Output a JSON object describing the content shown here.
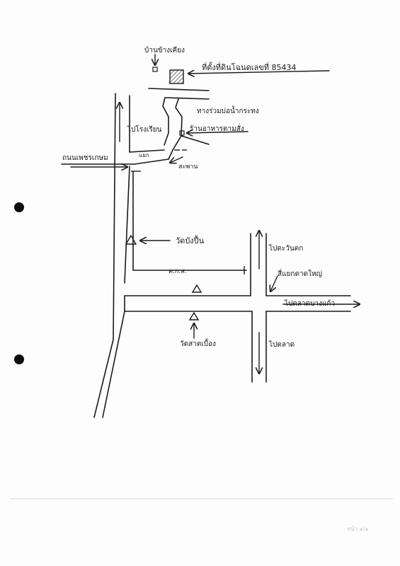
{
  "labels": {
    "house": "บ้านข้างเคียง",
    "plot": "ที่ตั้งที่ดินโฉนดเลขที่ 85434",
    "road_top": "ทางร่วมบ่อน้ำกระทง",
    "to_ratchaburi": "ไปโรงเรียน",
    "shop": "ร้านอาหารตามสั่ง",
    "left_road": "ถนนเพชรเกษม",
    "shop2": "แยก",
    "bridge": "สะพาน",
    "temple1": "วัดบังปื้น",
    "canal": "ค.ก.ส.",
    "to_north": "ไปตะวันตก",
    "junction": "สี่แยกตาดใหญ่",
    "to_east": "ไปตลาดบางแก้ว",
    "temple2": "วัดสาตเบื้อง",
    "to_south": "ไปตลาด"
  },
  "footer": {
    "stamp": "หน้า ๑/๑"
  }
}
